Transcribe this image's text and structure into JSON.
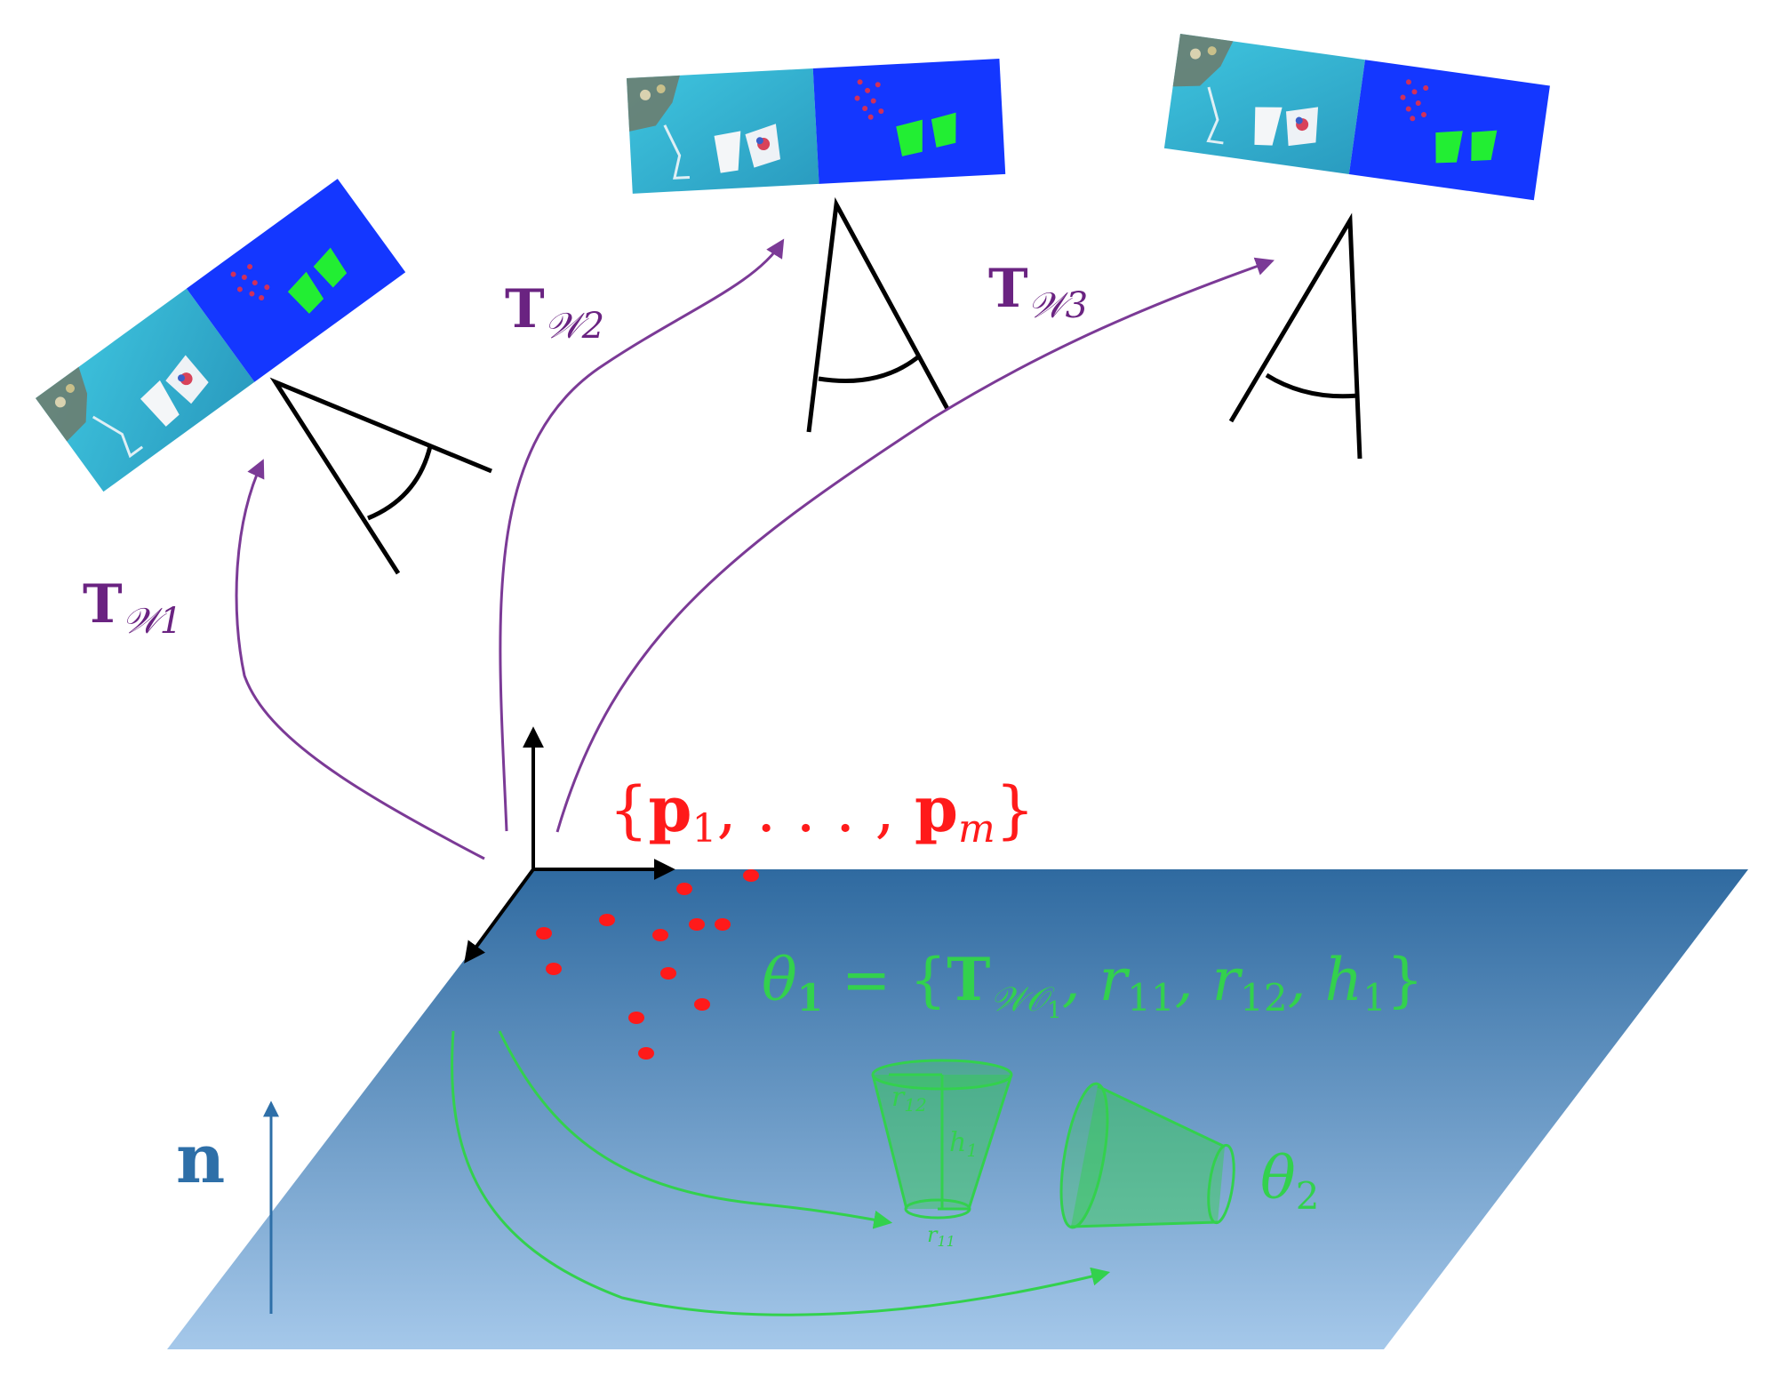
{
  "colors": {
    "pose_arrow": "#7b3a96",
    "pose_label": "#6a2381",
    "points": "#ff1a1a",
    "object": "#33d14d",
    "plane_top": "#2f6aa0",
    "plane_bottom": "#a5c8ea",
    "normal": "#2e6fa8",
    "segmentation_bg": "#1437ff",
    "segmentation_obj": "#22ee33"
  },
  "icons": {
    "camera": "camera-frustum-icon",
    "axes": "coordinate-frame-icon"
  },
  "pose_labels": [
    {
      "main": "T",
      "sub": "𝒲1"
    },
    {
      "main": "T",
      "sub": "𝒲2"
    },
    {
      "main": "T",
      "sub": "𝒲3"
    }
  ],
  "points_label": {
    "open": "{",
    "p1": "p",
    "p1_sub": "1",
    "dots": ", . . . , ",
    "pm": "p",
    "pm_sub": "m",
    "close": "}"
  },
  "theta1_label": {
    "theta": "θ",
    "theta_sub": "1",
    "eq": " = {",
    "T": "T",
    "T_sub": "𝒲𝒪",
    "T_subsub": "1",
    "r11": ", r",
    "r11_sub": "11",
    "r12": ", r",
    "r12_sub": "12",
    "h": ", h",
    "h_sub": "1",
    "close": "}"
  },
  "theta2_label": {
    "theta": "θ",
    "sub": "2"
  },
  "cup_labels": {
    "r12": "r",
    "r12_sub": "12",
    "h1": "h",
    "h1_sub": "1",
    "r11": "r",
    "r11_sub": "11"
  },
  "normal_label": "n"
}
